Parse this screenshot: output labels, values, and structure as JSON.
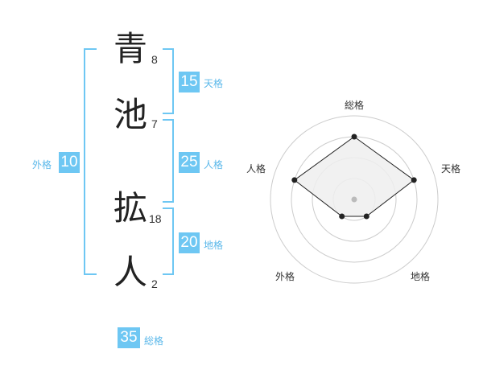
{
  "name": {
    "chars": [
      {
        "char": "青",
        "strokes": "8"
      },
      {
        "char": "池",
        "strokes": "7"
      },
      {
        "char": "拡",
        "strokes": "18"
      },
      {
        "char": "人",
        "strokes": "2"
      }
    ]
  },
  "kakusu": {
    "tenkaku": {
      "value": "15",
      "label": "天格"
    },
    "jinkaku": {
      "value": "25",
      "label": "人格"
    },
    "chikaku": {
      "value": "20",
      "label": "地格"
    },
    "gaikaku": {
      "value": "10",
      "label": "外格"
    },
    "soukaku": {
      "value": "35",
      "label": "総格"
    }
  },
  "chart_data": {
    "type": "radar",
    "axes": [
      "総格",
      "天格",
      "地格",
      "外格",
      "人格"
    ],
    "values": [
      3,
      3,
      1,
      1,
      3
    ],
    "max": 4,
    "rings": 4,
    "colors": {
      "fill": "#eeeeee",
      "line": "#222222",
      "grid": "#cccccc",
      "center": "#bbbbbb"
    }
  },
  "colors": {
    "accent": "#6ec7f3",
    "label": "#5bb8ea"
  }
}
